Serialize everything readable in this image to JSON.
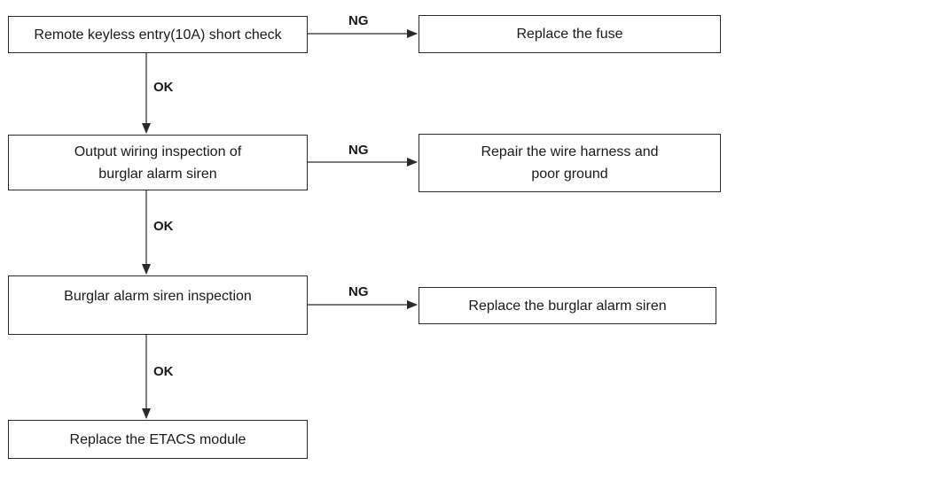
{
  "flow": {
    "steps": [
      {
        "check": "Remote keyless entry(10A) short check",
        "ng_label": "NG",
        "ng_action": "Replace the fuse",
        "ok_label": "OK"
      },
      {
        "check": "Output wiring inspection of\nburglar alarm siren",
        "ng_label": "NG",
        "ng_action": "Repair the wire harness and\npoor ground",
        "ok_label": "OK"
      },
      {
        "check": "Burglar alarm siren inspection",
        "ng_label": "NG",
        "ng_action": "Replace the burglar alarm siren",
        "ok_label": "OK"
      }
    ],
    "final_action": "Replace the ETACS module"
  },
  "colors": {
    "line": "#2a2a2a",
    "text": "#1a1a1a"
  }
}
